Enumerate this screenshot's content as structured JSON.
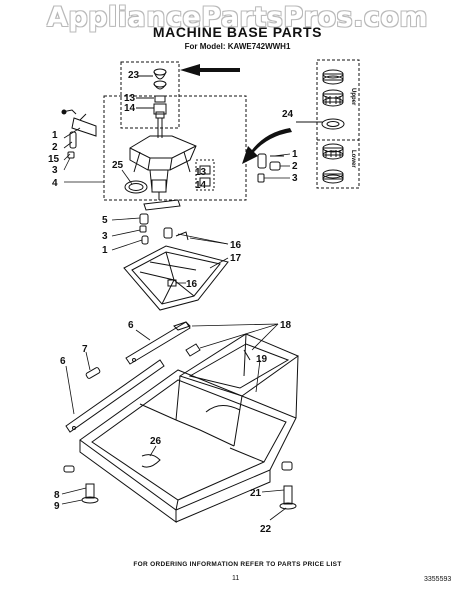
{
  "watermark": "AppliancePartsPros.com",
  "title": "MACHINE BASE PARTS",
  "subtitle": "For Model: KAWE742WWH1",
  "footer": "FOR ORDERING INFORMATION REFER TO PARTS PRICE LIST",
  "page_number": "11",
  "document_number": "3355593",
  "section_labels": {
    "upper": "Upper",
    "lower": "Lower"
  },
  "callouts": {
    "c23": "23",
    "c13a": "13",
    "c14a": "14",
    "c24": "24",
    "c1a": "1",
    "c2a": "2",
    "c15": "15",
    "c3a": "3",
    "c4": "4",
    "c25": "25",
    "c13b": "13",
    "c14b": "14",
    "c1b": "1",
    "c2b": "2",
    "c3b": "3",
    "c5": "5",
    "c3c": "3",
    "c1c": "1",
    "c16a": "16",
    "c17": "17",
    "c16b": "16",
    "c6a": "6",
    "c18": "18",
    "c6b": "6",
    "c7": "7",
    "c19": "19",
    "c26": "26",
    "c8": "8",
    "c9": "9",
    "c21": "21",
    "c22": "22"
  }
}
